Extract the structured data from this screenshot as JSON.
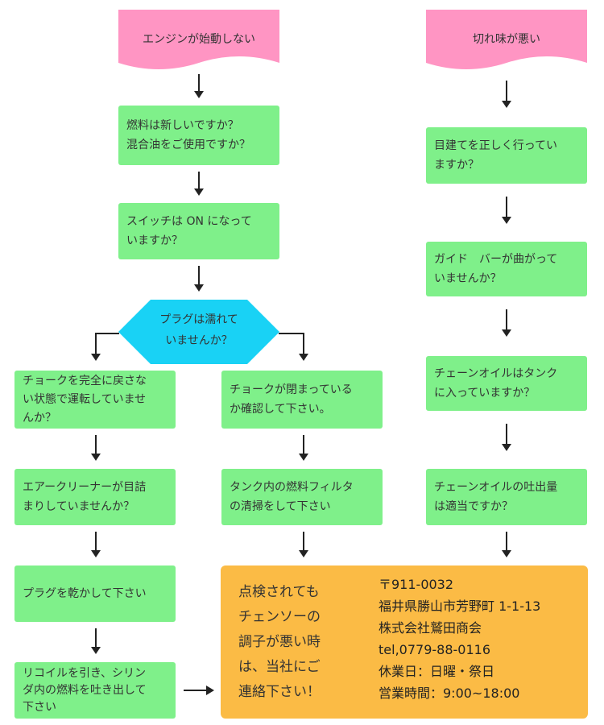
{
  "colors": {
    "start": "#ff95c3",
    "box": "#7ff08a",
    "decision": "#19d2f5",
    "contact_bg": "#fbbb45"
  },
  "left": {
    "start": "エンジンが始動しない",
    "q1": "燃料は新しいですか？\n混合油をご使用ですか？",
    "q2": "スイッチは ON になって\nいますか？",
    "decision": "プラグは濡れて\nいませんか？",
    "yes1": "チョークを完全に戻さな\nい状態で運転していませ\nんか？",
    "yes2": "エアークリーナーが目詰\nまりしていませんか？",
    "yes3": "プラグを乾かして下さい",
    "yes4": "リコイルを引き、シリン\nダ内の燃料を吐き出して\n下さい",
    "no1": "チョークが閉まっている\nか確認して下さい。",
    "no2": "タンク内の燃料フィルタ\nの清掃をして下さい"
  },
  "right": {
    "start": "切れ味が悪い",
    "q1": "目建てを正しく行ってい\nますか？",
    "q2": "ガイド　バーが曲がって\nいませんか？",
    "q3": "チェーンオイルはタンク\nに入っていますか？",
    "q4": "チェーンオイルの吐出量\nは適当ですか？"
  },
  "contact": {
    "message": "点検されても\nチェンソーの\n調子が悪い時\nは、当社にご\n連絡下さい！",
    "postal": "〒911-0032",
    "address": "福井県勝山市芳野町 1-1-13",
    "company": "株式会社鷲田商会",
    "tel": "tel,0779-88-0116",
    "holiday": "休業日：日曜・祭日",
    "hours": "営業時間：9:00~18:00"
  }
}
